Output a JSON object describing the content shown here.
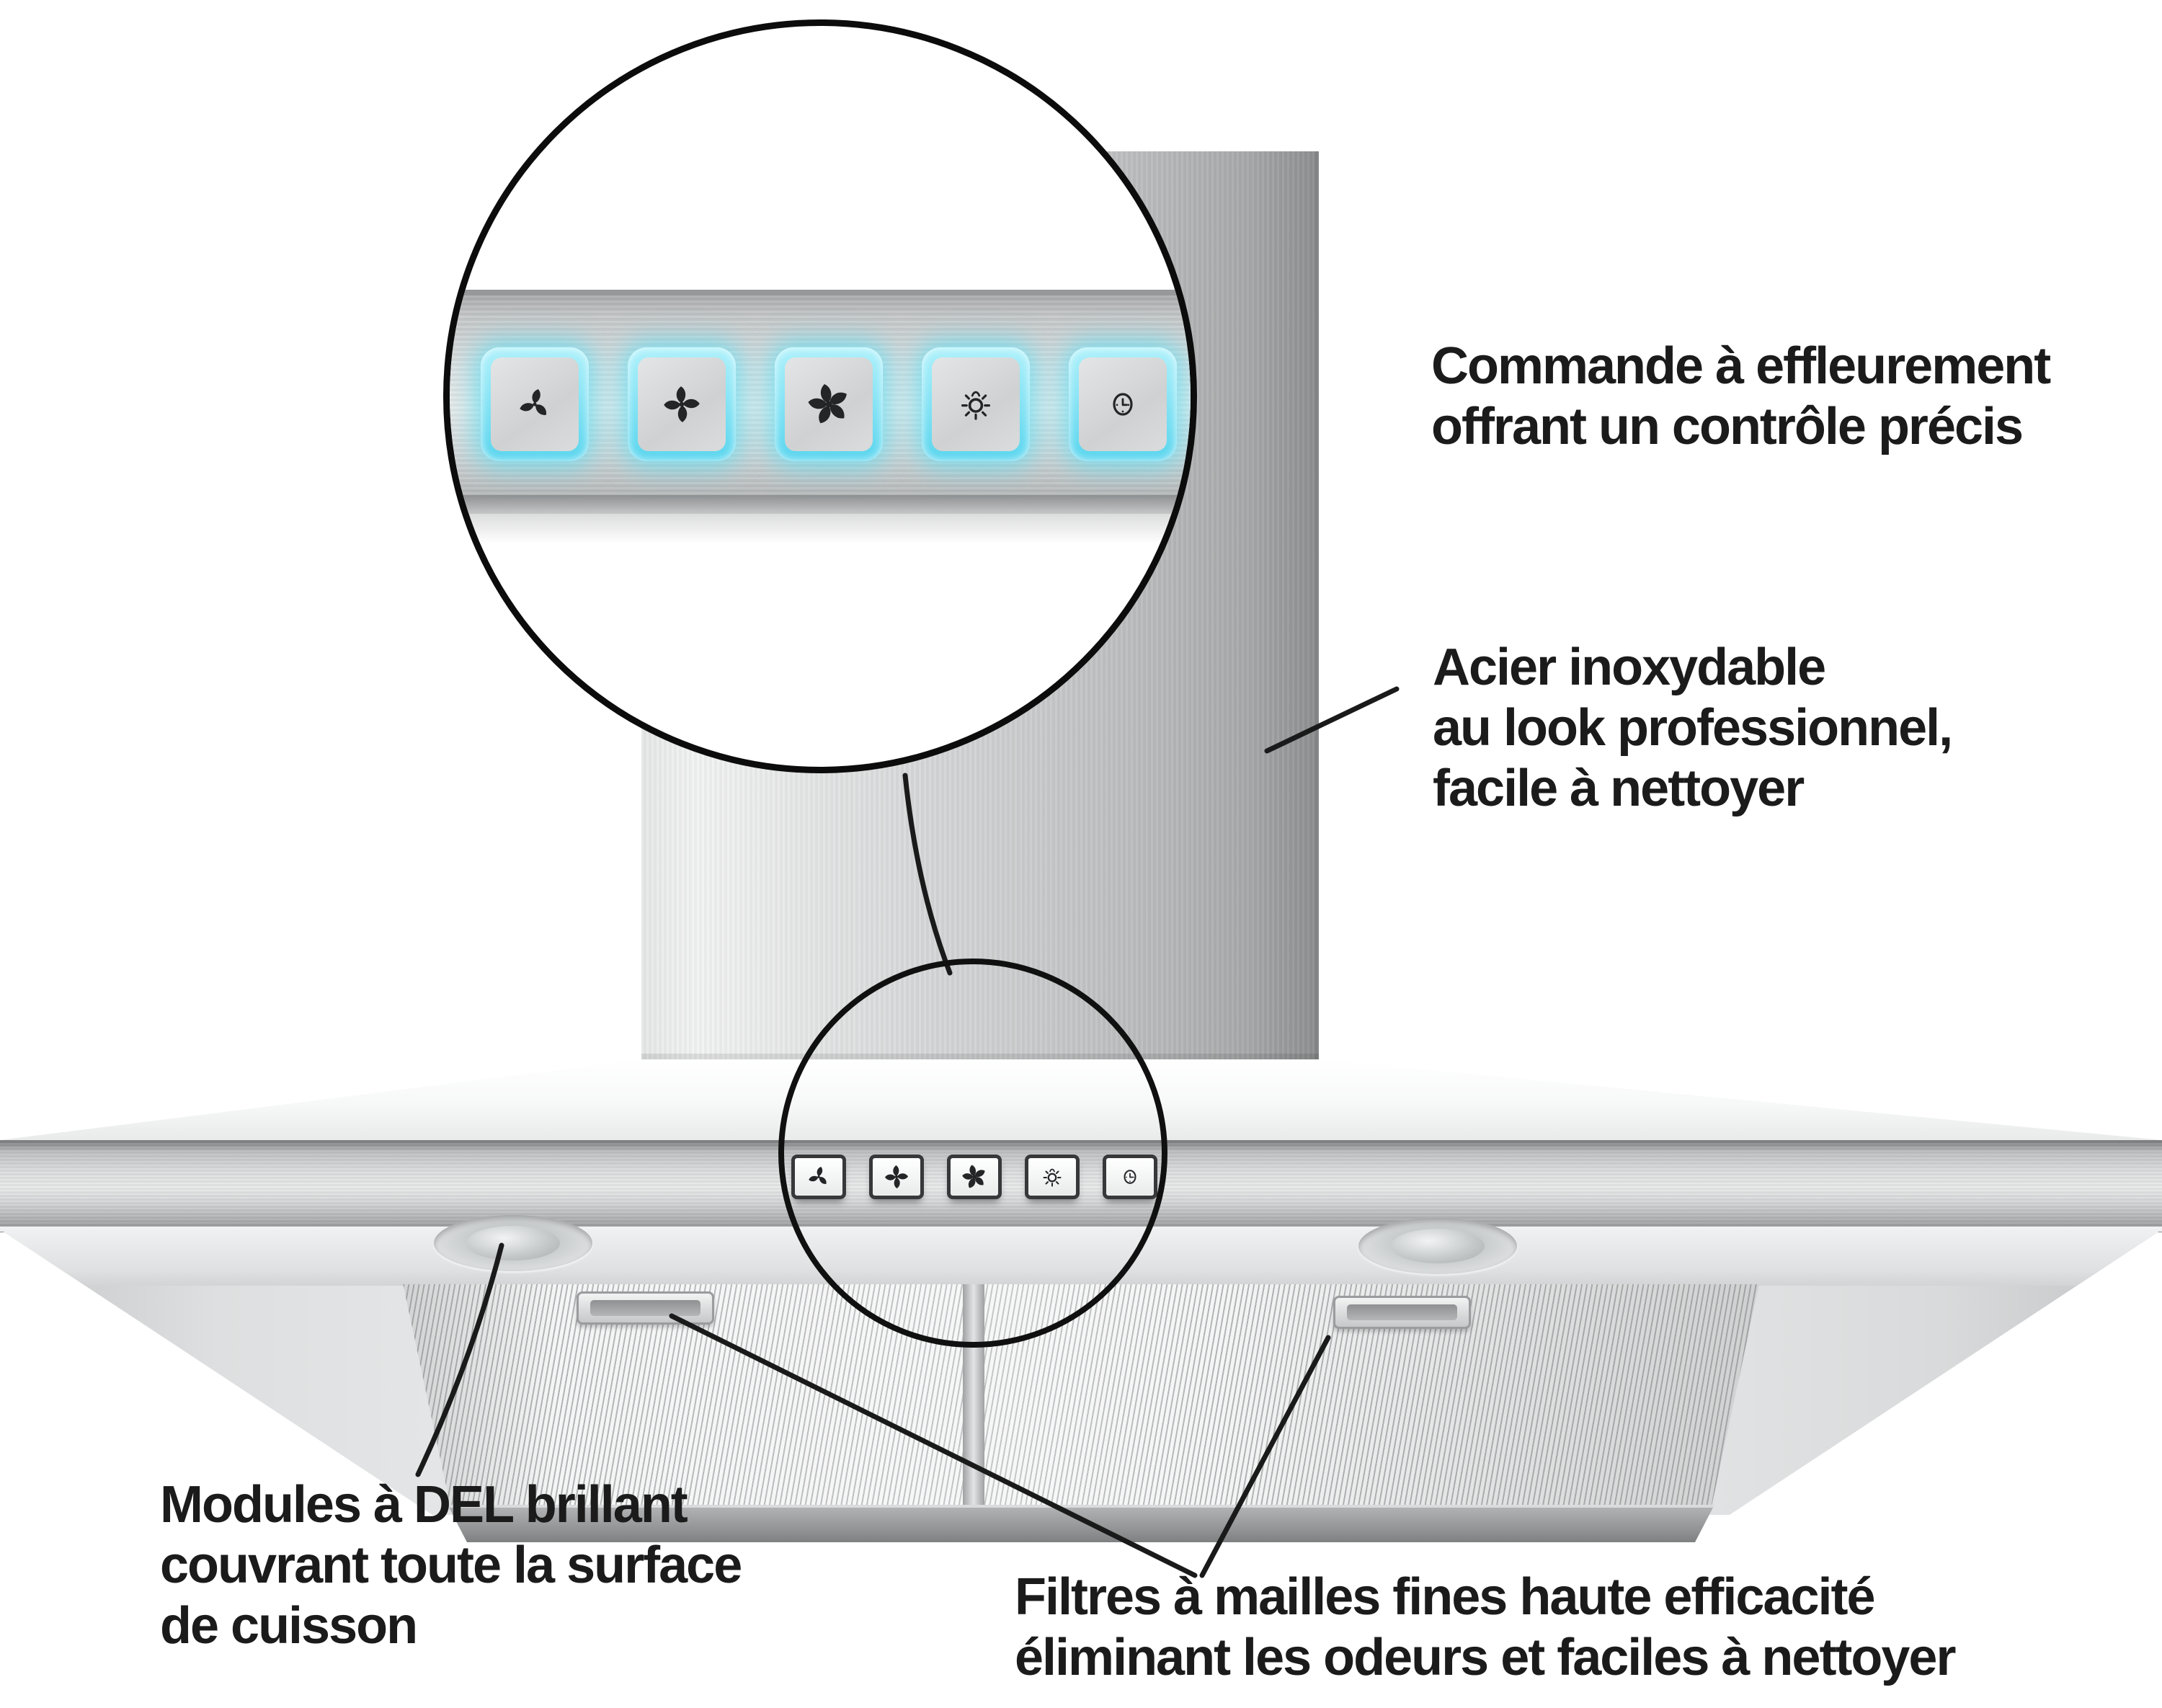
{
  "annotations": {
    "touch_control": "Commande à effleurement\noffrant un contrôle précis",
    "stainless_steel": "Acier inoxydable\nau look professionnel,\nfacile à nettoyer",
    "led_modules": "Modules à DEL brillant\ncouvrant toute la surface\nde cuisson",
    "filters": "Filtres à mailles fines haute efficacité\néliminant les odeurs et faciles à nettoyer"
  },
  "control_panel": {
    "buttons": [
      {
        "name": "fan-speed-low",
        "icon": "fan-low-icon"
      },
      {
        "name": "fan-speed-medium",
        "icon": "fan-medium-icon"
      },
      {
        "name": "fan-speed-high",
        "icon": "fan-high-icon"
      },
      {
        "name": "light-toggle",
        "icon": "light-icon"
      },
      {
        "name": "timer",
        "icon": "timer-icon"
      }
    ],
    "instances": [
      "magnified-callout-panel",
      "hood-band-panel"
    ],
    "glow_color": "#6ee0f4"
  },
  "colors": {
    "background": "#ffffff",
    "callout_line": "#1a1a1a",
    "text": "#1b1b1b",
    "steel_light": "#e9ebeb",
    "steel_mid": "#c6c8c9",
    "steel_dark": "#8c8e8f",
    "button_glow": "#6ee0f4"
  }
}
